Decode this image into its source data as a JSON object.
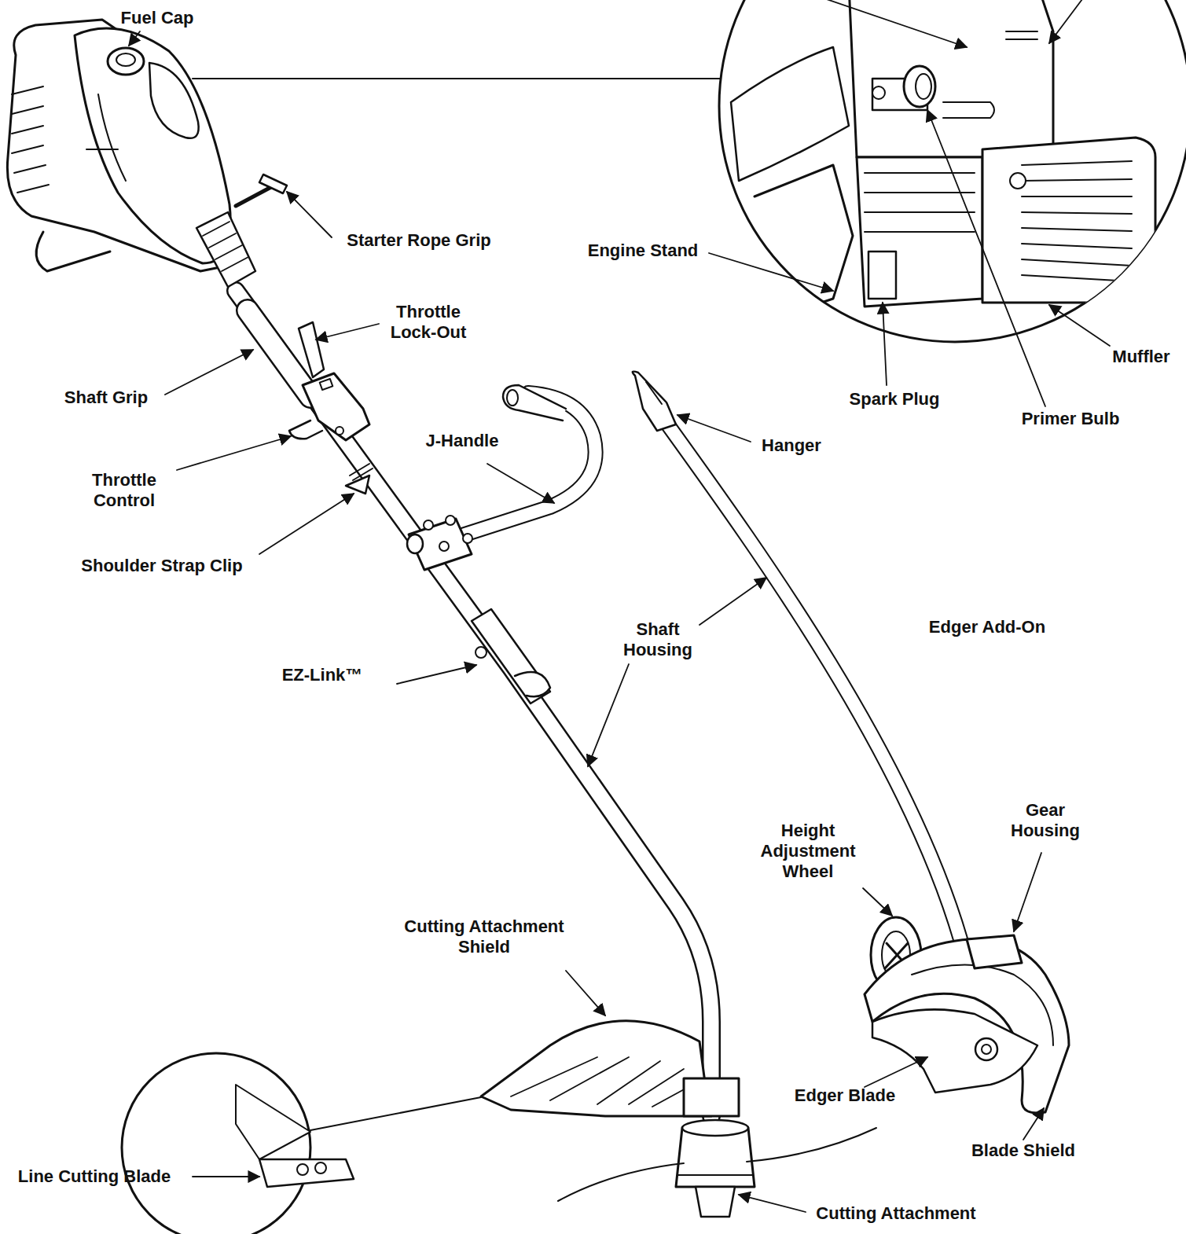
{
  "diagram": {
    "labels": [
      "Fuel Cap",
      "Starter Rope Grip",
      "Throttle Lock-Out",
      "Shaft Grip",
      "Throttle Control",
      "J-Handle",
      "Shoulder Strap Clip",
      "EZ-Link™",
      "Shaft Housing",
      "Engine Stand",
      "Spark Plug",
      "Primer Bulb",
      "Muffler",
      "Hanger",
      "Edger Add-On",
      "Height Adjustment Wheel",
      "Gear Housing",
      "Cutting Attachment Shield",
      "Edger Blade",
      "Blade Shield",
      "Line Cutting Blade",
      "Cutting Attachment"
    ]
  }
}
